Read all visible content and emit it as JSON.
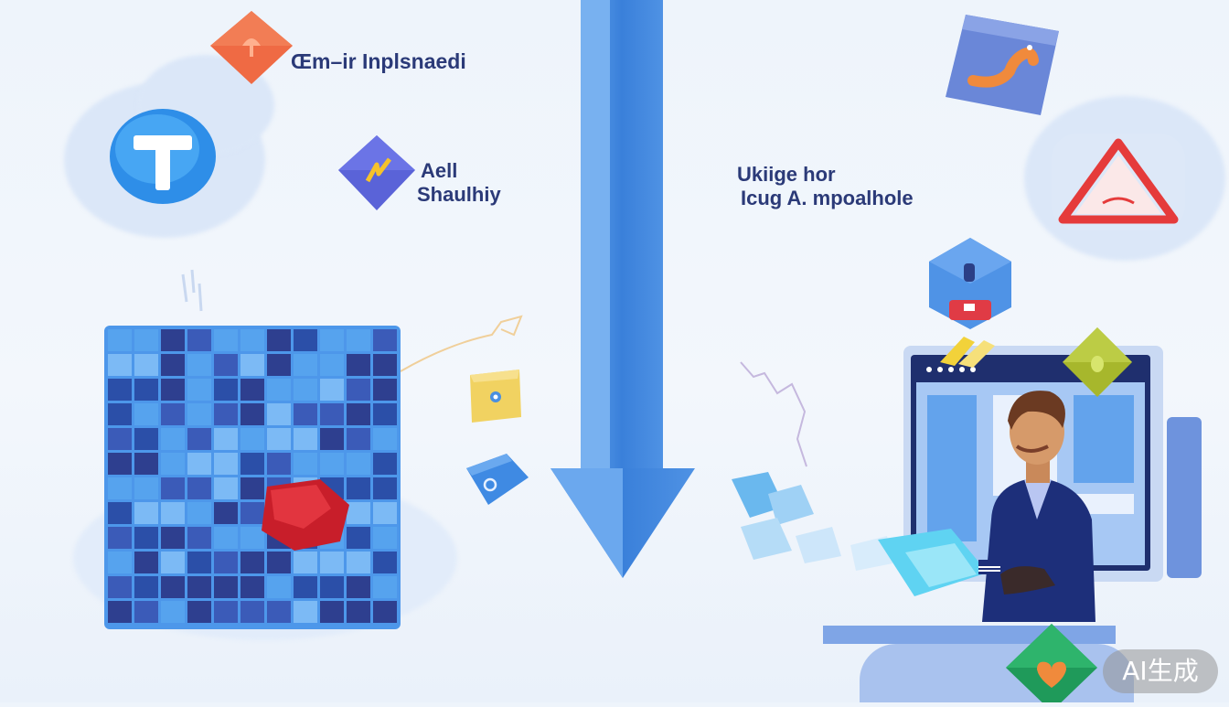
{
  "labels": {
    "top_left": "Œm–ir Inplsnaedi",
    "mid_left_line1": "Aell",
    "mid_left_line2": "Shaulhiy",
    "right_line1": "Ukiige hor",
    "right_line2": "Icuɡ A. mpoalhole"
  },
  "watermark": "AI生成",
  "colors": {
    "arrow": "#3f85dc",
    "text": "#2b3a78",
    "orange_diamond": "#ef6a44",
    "purple_tile": "#5a63d8",
    "warning_red": "#e53b3b",
    "grid_dark": "#2e3f8f",
    "grid_light": "#56a3ee"
  },
  "icons": [
    "t-logo-icon",
    "orange-diamond-icon",
    "lightning-icon",
    "yellow-tile-icon",
    "blue-tile-icon",
    "snake-tile-icon",
    "warning-icon",
    "hexagon-lock-icon",
    "green-diamond-icon",
    "heart-diamond-icon",
    "yellow-flag-icon"
  ]
}
